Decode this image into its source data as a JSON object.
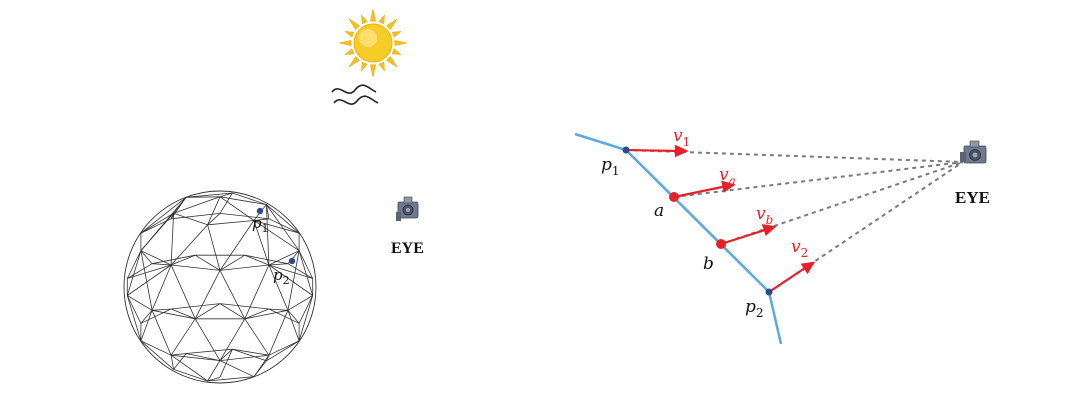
{
  "left_panel": {
    "eye_label": "EYE",
    "point_1": "p",
    "point_1_sub": "1",
    "point_2": "p",
    "point_2_sub": "2"
  },
  "right_panel": {
    "eye_label": "EYE",
    "p1": "p",
    "p1_sub": "1",
    "p2": "p",
    "p2_sub": "2",
    "a": "a",
    "b": "b",
    "v1": "v",
    "v1_sub": "1",
    "va": "v",
    "va_sub": "a",
    "vb": "v",
    "vb_sub": "b",
    "v2": "v",
    "v2_sub": "2"
  },
  "colors": {
    "edge": "#5aa9e0",
    "vector": "#e8202a",
    "vertex": "#2f4a8a",
    "dashed": "#7a7a7a",
    "sun": "#f6c21a"
  }
}
